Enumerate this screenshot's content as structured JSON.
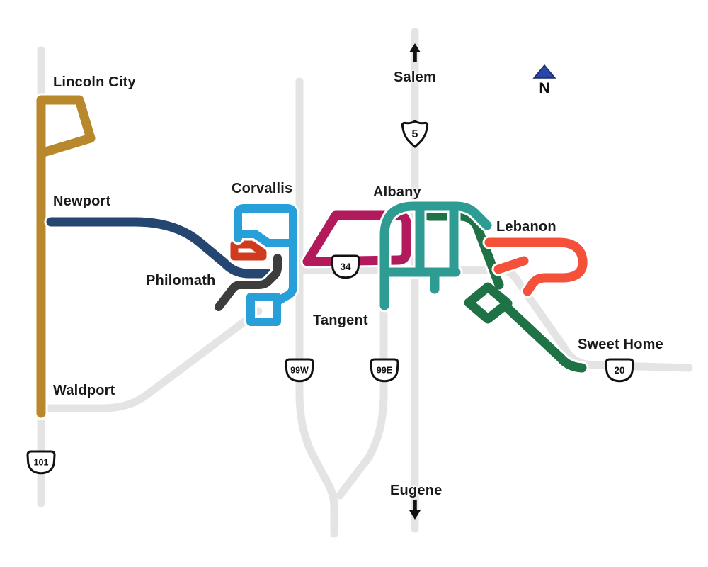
{
  "map": {
    "labels": {
      "lincoln_city": "Lincoln City",
      "newport": "Newport",
      "waldport": "Waldport",
      "philomath": "Philomath",
      "corvallis": "Corvallis",
      "albany": "Albany",
      "tangent": "Tangent",
      "lebanon": "Lebanon",
      "sweet_home": "Sweet Home",
      "salem": "Salem",
      "eugene": "Eugene"
    },
    "compass": {
      "label": "N"
    },
    "shields": {
      "us101": "101",
      "or99w": "99W",
      "or99e": "99E",
      "or34": "34",
      "us20": "20",
      "i5": "5"
    },
    "colors": {
      "road": "#E4E4E4",
      "lincoln_city_route": "#B9882C",
      "newport_route": "#264672",
      "corvallis_route": "#279FD9",
      "corvallis_loop": "#D03B1F",
      "philomath_route": "#3D3D3D",
      "albany_corvallis_route": "#B21A5B",
      "albany_route": "#2F9C93",
      "lebanon_route": "#1F7245",
      "lebanon_loop": "#F5503A",
      "compass": "#2847A8",
      "arrow": "#111111"
    }
  }
}
